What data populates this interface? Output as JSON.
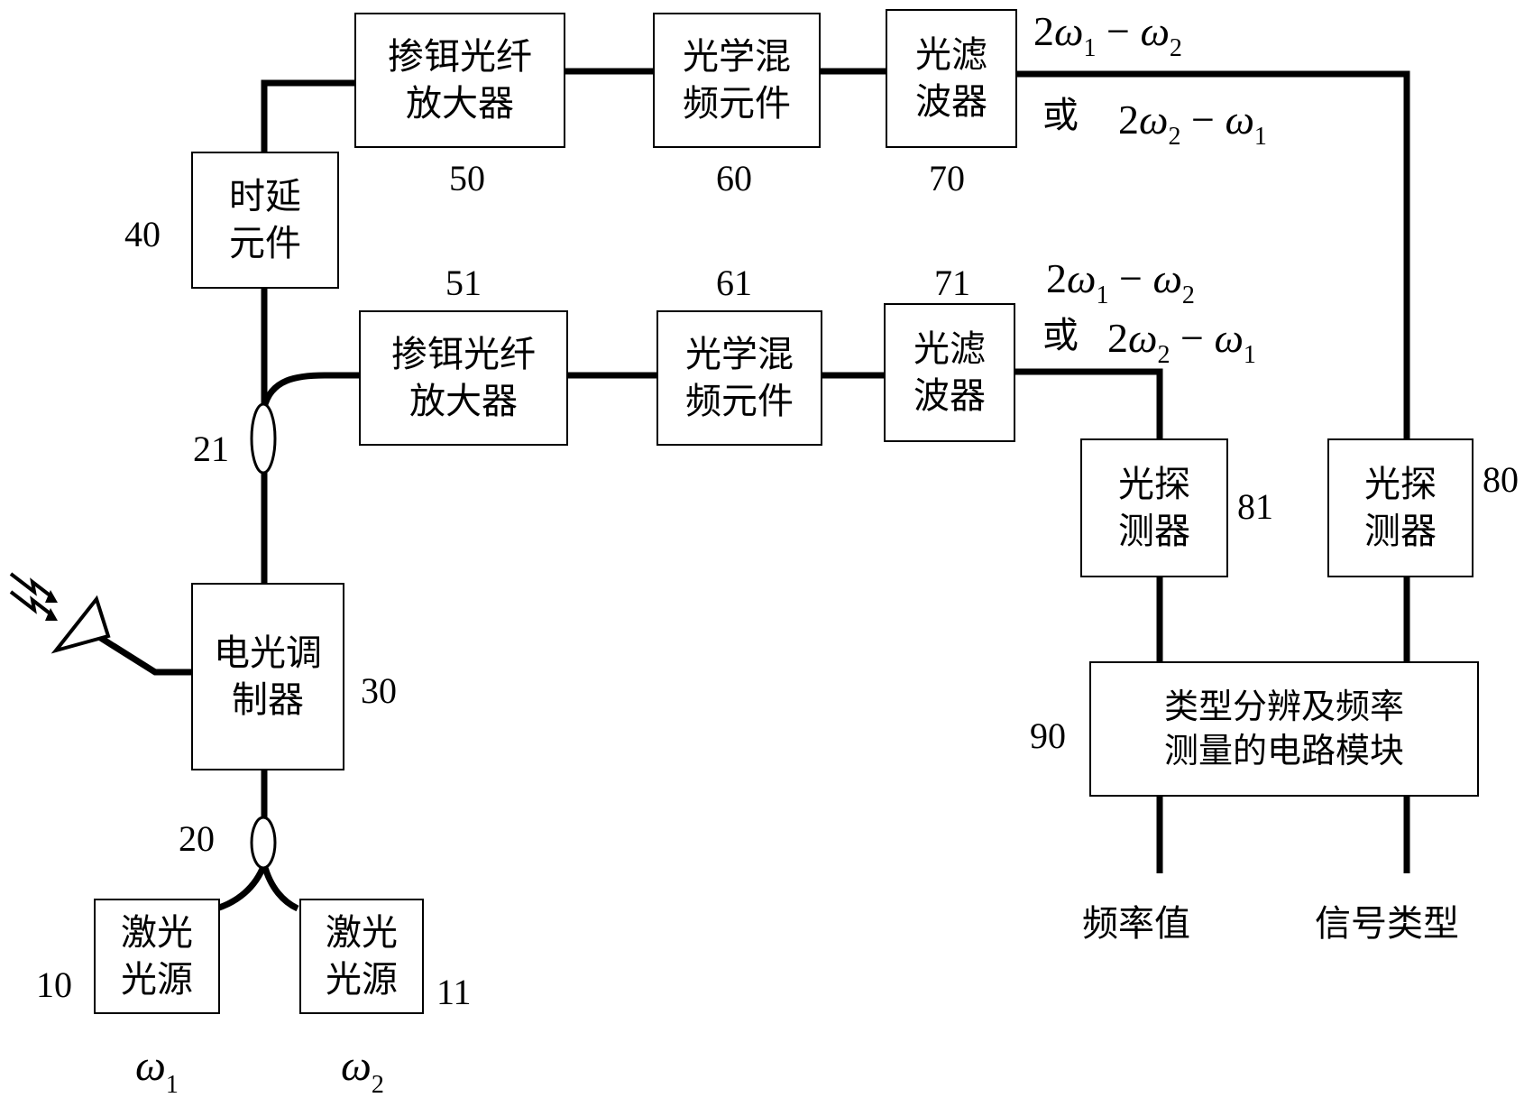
{
  "blocks": {
    "laser1": "激光\n光源",
    "laser2": "激光\n光源",
    "modulator": "电光调\n制器",
    "delay": "时延\n元件",
    "edfa_top": "掺铒光纤\n放大器",
    "mixer_top": "光学混\n频元件",
    "filter_top": "光滤\n波器",
    "edfa_bottom": "掺铒光纤\n放大器",
    "mixer_bottom": "光学混\n频元件",
    "filter_bottom": "光滤\n波器",
    "detector81": "光探\n测器",
    "detector80": "光探\n测器",
    "circuit": "类型分辨及频率\n测量的电路模块"
  },
  "numbers": {
    "n10": "10",
    "n11": "11",
    "n20": "20",
    "n21": "21",
    "n30": "30",
    "n40": "40",
    "n50": "50",
    "n51": "51",
    "n60": "60",
    "n61": "61",
    "n70": "70",
    "n71": "71",
    "n80": "80",
    "n81": "81",
    "n90": "90"
  },
  "formulas": {
    "top_a": {
      "coef": "2",
      "w": "ω",
      "i": "1",
      "minus": " − ",
      "w2": "ω",
      "j": "2"
    },
    "or_top": "或",
    "top_b": {
      "coef": "2",
      "w": "ω",
      "i": "2",
      "minus": " − ",
      "w2": "ω",
      "j": "1"
    },
    "bot_a": {
      "coef": "2",
      "w": "ω",
      "i": "1",
      "minus": " − ",
      "w2": "ω",
      "j": "2"
    },
    "or_bottom": "或",
    "bot_b": {
      "coef": "2",
      "w": "ω",
      "i": "2",
      "minus": " − ",
      "w2": "ω",
      "j": "1"
    }
  },
  "sources": {
    "omega1": {
      "w": "ω",
      "sub": "1"
    },
    "omega2": {
      "w": "ω",
      "sub": "2"
    }
  },
  "outputs": {
    "frequency_value": "频率值",
    "signal_type": "信号类型"
  }
}
